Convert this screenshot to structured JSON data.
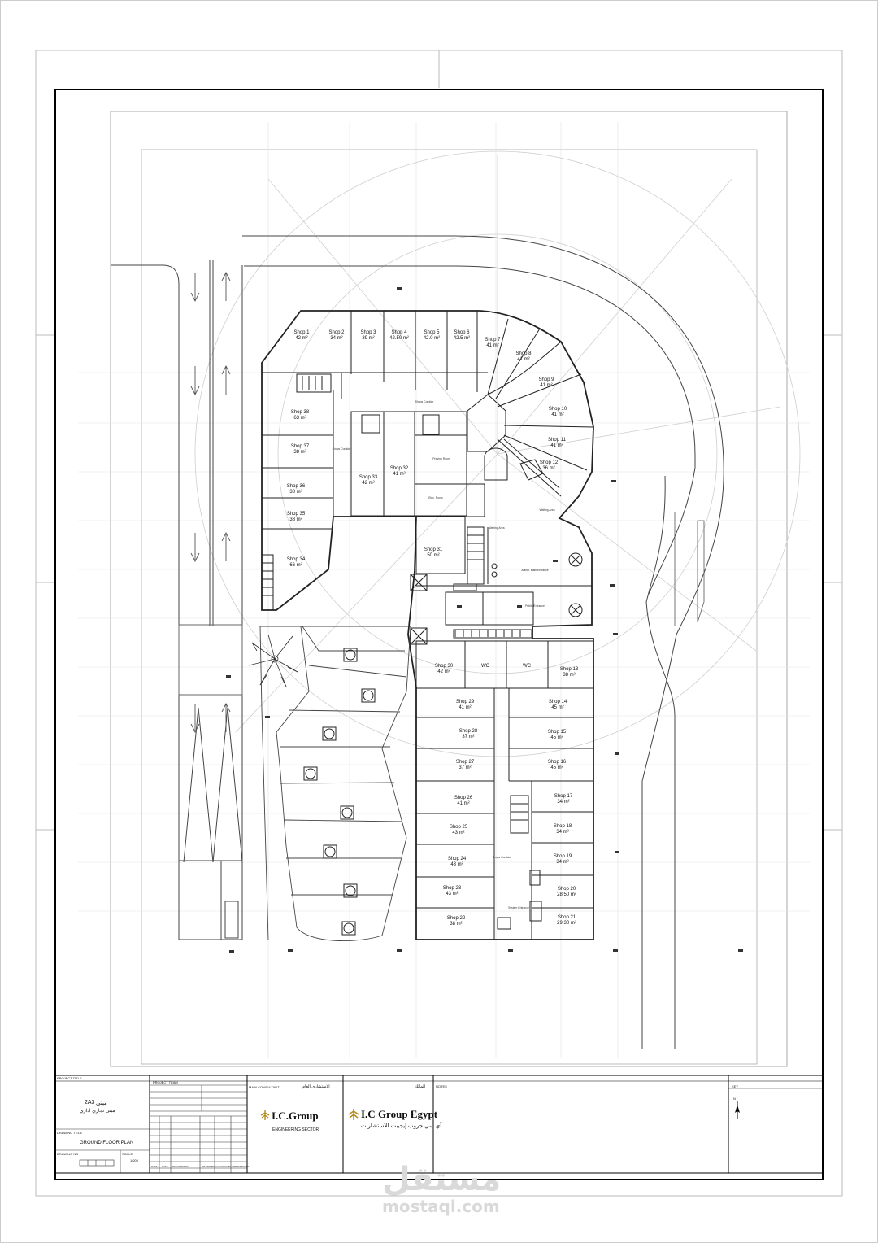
{
  "plan": {
    "shops_north": [
      {
        "name": "Shop 1",
        "area": "42 m²"
      },
      {
        "name": "Shop 2",
        "area": "34 m²"
      },
      {
        "name": "Shop 3",
        "area": "39 m²"
      },
      {
        "name": "Shop 4",
        "area": "42.50 m²"
      },
      {
        "name": "Shop 5",
        "area": "42.0 m²"
      },
      {
        "name": "Shop 6",
        "area": "42.5 m²"
      },
      {
        "name": "Shop 7",
        "area": "41 m²"
      }
    ],
    "shops_curve": [
      {
        "name": "Shop 8",
        "area": "41 m²"
      },
      {
        "name": "Shop 9",
        "area": "41 m²"
      },
      {
        "name": "Shop 10",
        "area": "41 m²"
      },
      {
        "name": "Shop 11",
        "area": "41 m²"
      },
      {
        "name": "Shop 12",
        "area": "36 m²"
      }
    ],
    "shops_west": [
      {
        "name": "Shop 38",
        "area": "63 m²"
      },
      {
        "name": "Shop 37",
        "area": "38 m²"
      },
      {
        "name": "Shop 36",
        "area": "38 m²"
      },
      {
        "name": "Shop 35",
        "area": "38 m²"
      },
      {
        "name": "Shop 34",
        "area": "66 m²"
      }
    ],
    "shops_core": [
      {
        "name": "Shop 33",
        "area": "42 m²"
      },
      {
        "name": "Shop 32",
        "area": "41 m²"
      },
      {
        "name": "Shop 31",
        "area": "50 m²"
      }
    ],
    "shops_row30": [
      {
        "name": "Shop 30",
        "area": "42 m²"
      },
      {
        "name": "WC",
        "area": ""
      },
      {
        "name": "WC",
        "area": ""
      },
      {
        "name": "Shop 13",
        "area": "38 m²"
      }
    ],
    "shops_south_left": [
      {
        "name": "Shop 29",
        "area": "41 m²"
      },
      {
        "name": "Shop 28",
        "area": "37 m²"
      },
      {
        "name": "Shop 27",
        "area": "37 m²"
      },
      {
        "name": "Shop 26",
        "area": "41 m²"
      },
      {
        "name": "Shop 25",
        "area": "43 m²"
      },
      {
        "name": "Shop 24",
        "area": "43 m²"
      },
      {
        "name": "Shop 23",
        "area": "43 m²"
      },
      {
        "name": "Shop 22",
        "area": "38 m²"
      }
    ],
    "shops_south_right": [
      {
        "name": "Shop 14",
        "area": "45 m²"
      },
      {
        "name": "Shop 15",
        "area": "45 m²"
      },
      {
        "name": "Shop 16",
        "area": "45 m²"
      },
      {
        "name": "Shop 17",
        "area": "34 m²"
      },
      {
        "name": "Shop 18",
        "area": "34 m²"
      },
      {
        "name": "Shop 19",
        "area": "34 m²"
      },
      {
        "name": "Shop 20",
        "area": "28.50 m²"
      },
      {
        "name": "Shop 21",
        "area": "29.30 m²"
      }
    ],
    "small_labels": {
      "shops_corridor_top": "Shops Corridor",
      "shops_corridor_west": "Shops Corridor",
      "shops_corridor_south": "Shops Corridor",
      "praying_room": "Praying Room",
      "electric": "Elec. Room",
      "waiting_area_1": "Waiting Area",
      "waiting_area_2": "Waiting Area",
      "admin_entrance": "Admin. Main Entrance",
      "public_entrance": "Public Entrance",
      "system_entrance": "System Entrance"
    }
  },
  "title_block": {
    "project_title_label": "PROJECT TITLE",
    "project_code": "2A3",
    "project_code_ar": "مبنى",
    "project_name_ar": "مبنى تجاري اداري",
    "project_team_label": "PROJECT TEAM",
    "drawing_title_label": "DRAWING TITLE",
    "drawing_title": "GROUND FLOOR PLAN",
    "drawing_no_label": "DRAWING NO",
    "scale_label": "SCALE",
    "scale_value": "1/200",
    "consultant_label": "MAIN CONSULTANT",
    "consultant_label_ar": "الاستشاري العام",
    "firm1_name": "I.C.Group",
    "firm1_sub": "ENGINEERING SECTOR",
    "owner_label_ar": "المالك",
    "firm2_name": "I.C Group Egypt",
    "firm2_sub_ar": "آي سي جروب إيجيبت للاستشارات",
    "notes_label": "NOTES",
    "key_label": "KEY",
    "north_label": "N",
    "team_cols": [
      "DATE",
      "DATE",
      "DESCRIPTION",
      "DRAWN BY",
      "CHECKED BY",
      "APPROVED BY"
    ]
  },
  "watermark": {
    "arabic": "مستقل",
    "latin": "mostaql.com"
  }
}
